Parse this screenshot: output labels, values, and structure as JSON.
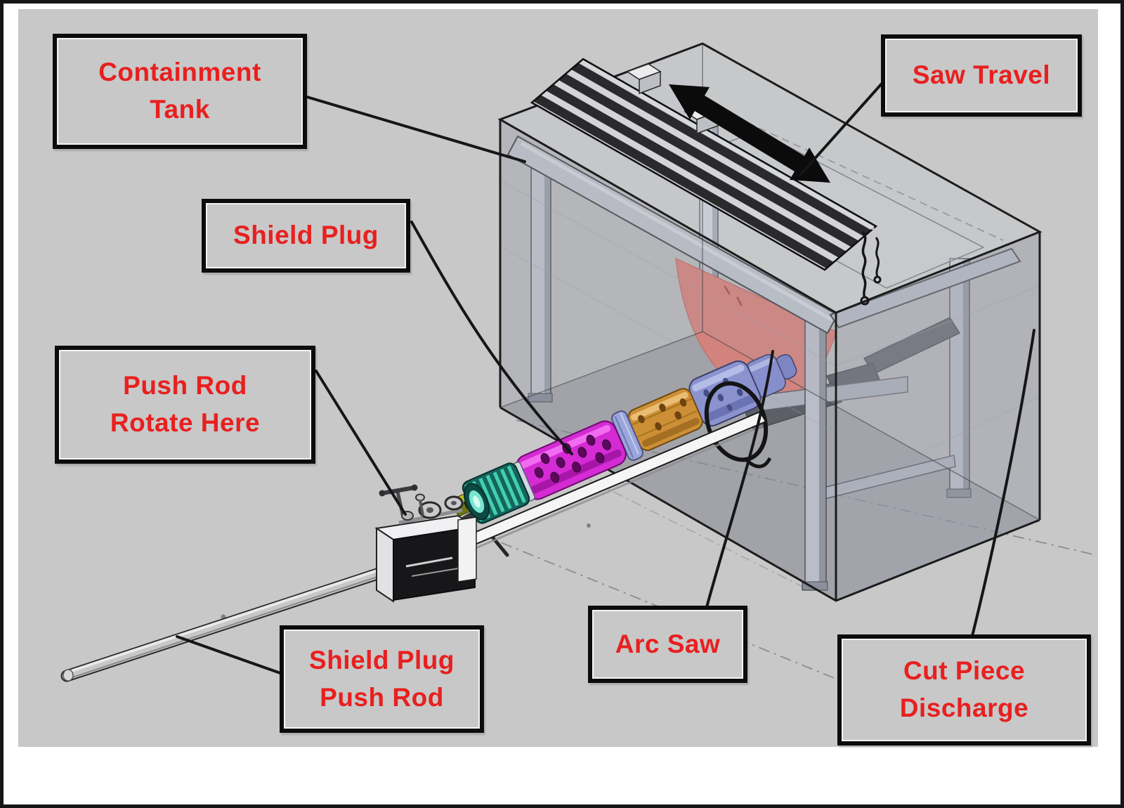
{
  "figure": {
    "type": "annotated-engineering-diagram",
    "labels": {
      "containment_tank": {
        "lines": [
          "Containment",
          "Tank"
        ]
      },
      "saw_travel": {
        "lines": [
          "Saw Travel"
        ]
      },
      "shield_plug": {
        "lines": [
          "Shield Plug"
        ]
      },
      "push_rod_rotate_here": {
        "lines": [
          "Push Rod",
          "Rotate Here"
        ]
      },
      "shield_plug_push_rod": {
        "lines": [
          "Shield Plug",
          "Push Rod"
        ]
      },
      "arc_saw": {
        "lines": [
          "Arc Saw"
        ]
      },
      "cut_piece_discharge": {
        "lines": [
          "Cut Piece",
          "Discharge"
        ]
      }
    },
    "colors": {
      "canvas_background": "#c8c8c8",
      "label_text": "#e8201f",
      "label_border": "#0c0c0c",
      "arc_saw_blade": "#ed7a6f",
      "shield_plug_magenta": "#d42bd4",
      "shield_plug_orange": "#cd8f36",
      "shield_plug_teal": "#14655e",
      "shield_plug_purple": "#8b93cf",
      "guide_tray_olive": "#b6bd20",
      "saw_rail_dark": "#2a2a2d",
      "saw_travel_arrow": "#0b0b0b"
    }
  }
}
